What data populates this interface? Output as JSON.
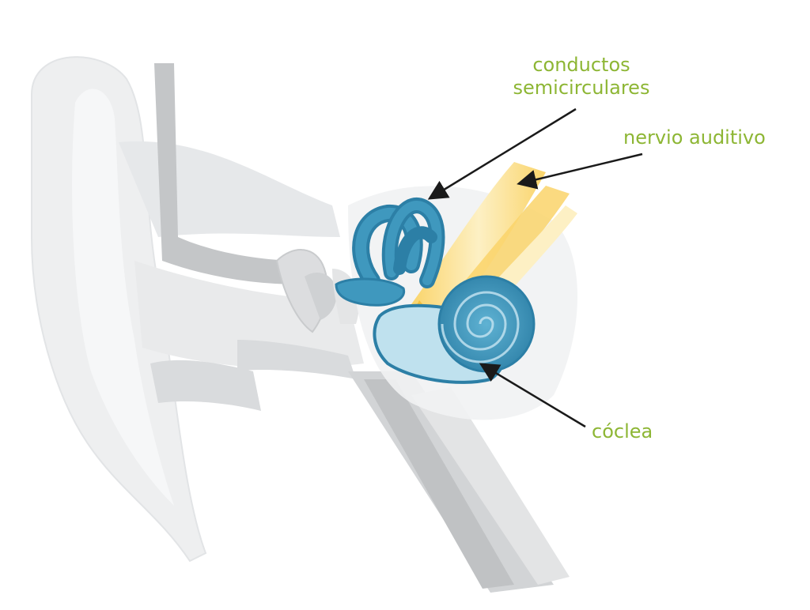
{
  "labels": {
    "semicircular_line1": "conductos",
    "semicircular_line2": "semicirculares",
    "auditory_nerve": "nervio auditivo",
    "cochlea": "cóclea"
  },
  "colors": {
    "label_text": "#8DB634",
    "arrow": "#1a1a1a",
    "anatomy_light": "#EEEFF0",
    "anatomy_mid": "#D9DBDD",
    "anatomy_dark": "#C4C6C8",
    "inner_ear_blue": "#3F98BE",
    "inner_ear_dark": "#2C7FA6",
    "inner_ear_light": "#BFE1EE",
    "nerve_yellow": "#FAD46A",
    "nerve_light": "#FDF0C4"
  }
}
